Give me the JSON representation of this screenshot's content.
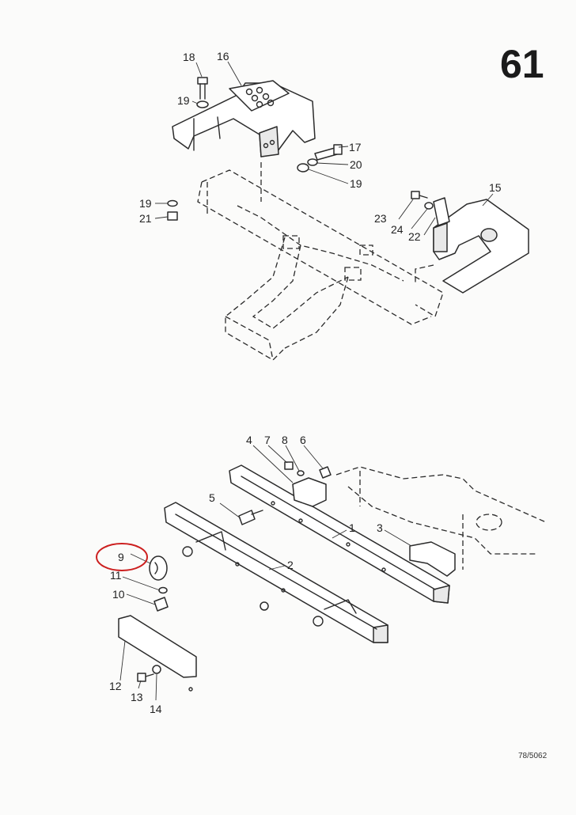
{
  "page_number": "61",
  "drawing_reference": "78/5062",
  "highlight": {
    "part": "9",
    "color": "#cc1f1f"
  },
  "callouts": {
    "c1": "1",
    "c2": "2",
    "c3": "3",
    "c4": "4",
    "c5": "5",
    "c6": "6",
    "c7": "7",
    "c8": "8",
    "c9": "9",
    "c10": "10",
    "c11": "11",
    "c12": "12",
    "c13": "13",
    "c14": "14",
    "c15": "15",
    "c16": "16",
    "c17": "17",
    "c18": "18",
    "c19a": "19",
    "c19b": "19",
    "c19c": "19",
    "c20": "20",
    "c21": "21",
    "c22": "22",
    "c23": "23",
    "c24": "24"
  }
}
